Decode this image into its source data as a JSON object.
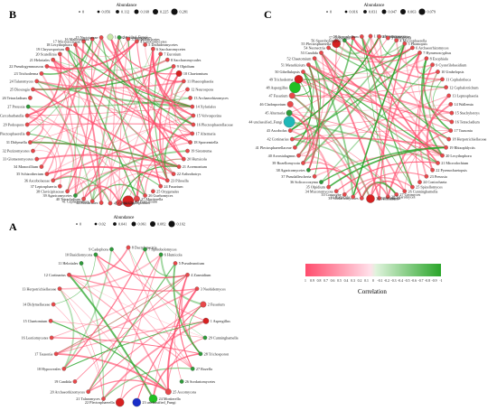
{
  "panels": [
    {
      "letter": "B",
      "legend_title": "Abundance",
      "legend_values": [
        "0",
        "0.056",
        "0.112",
        "0.168",
        "0.225",
        "0.281"
      ],
      "nodes": [
        {
          "label": "1 Unclassified_Fungi",
          "color": "#c8e8a8",
          "size": 1
        },
        {
          "label": "2 Saccharomycetes",
          "color": "#2e9a3a",
          "size": 0
        },
        {
          "label": "3 Sordariomycetes",
          "color": "#e8484a",
          "size": 0
        },
        {
          "label": "4 Eurotiomycetes",
          "color": "#e8484a",
          "size": 0
        },
        {
          "label": "5 Dothideomycetes",
          "color": "#e8484a",
          "size": 0
        },
        {
          "label": "6 Saccharomycetes",
          "color": "#e8484a",
          "size": 0
        },
        {
          "label": "7 Eurotium",
          "color": "#e8484a",
          "size": 0
        },
        {
          "label": "8 Saccharomycodes",
          "color": "#e8484a",
          "size": 0
        },
        {
          "label": "9 Olpidium",
          "color": "#e8484a",
          "size": 0
        },
        {
          "label": "10 Chaetomium",
          "color": "#d62020",
          "size": 1
        },
        {
          "label": "11 Phaeosphaeria",
          "color": "#e8484a",
          "size": 0
        },
        {
          "label": "12 Neurospora",
          "color": "#e8484a",
          "size": 0
        },
        {
          "label": "13 Archaeorhizomyces",
          "color": "#e8484a",
          "size": 0
        },
        {
          "label": "14 Xylariales",
          "color": "#e8484a",
          "size": 0
        },
        {
          "label": "15 Volvosporina",
          "color": "#e8484a",
          "size": 0
        },
        {
          "label": "16 Plectosphaerellaceae",
          "color": "#e8484a",
          "size": 0
        },
        {
          "label": "17 Alternaria",
          "color": "#e8484a",
          "size": 0
        },
        {
          "label": "18 Sporormiella",
          "color": "#e8484a",
          "size": 0
        },
        {
          "label": "19 Sistotrema",
          "color": "#e8484a",
          "size": 0
        },
        {
          "label": "20 Humicola",
          "color": "#e8484a",
          "size": 0
        },
        {
          "label": "21 Acremonium",
          "color": "#e8484a",
          "size": 0
        },
        {
          "label": "22 Arthrobotrys",
          "color": "#e8484a",
          "size": 0
        },
        {
          "label": "23 Pilosella",
          "color": "#e8484a",
          "size": 0
        },
        {
          "label": "24 Fusarium",
          "color": "#e8484a",
          "size": 0
        },
        {
          "label": "25 Onygenales",
          "color": "#e8484a",
          "size": 0
        },
        {
          "label": "26 Guehomyces",
          "color": "#e8484a",
          "size": 0
        },
        {
          "label": "27 Mortierella",
          "color": "#e8484a",
          "size": 1
        },
        {
          "label": "43 Penicillium",
          "color": "#d62020",
          "size": 3
        },
        {
          "label": "44 Cladosporium",
          "color": "#e8484a",
          "size": 1
        },
        {
          "label": "45 Gibberella",
          "color": "#e8484a",
          "size": 0
        },
        {
          "label": "42 Sordariales",
          "color": "#e8484a",
          "size": 0
        },
        {
          "label": "41 Cephaliophora",
          "color": "#e8484a",
          "size": 0
        },
        {
          "label": "40 Tetracladium",
          "color": "#e8484a",
          "size": 0
        },
        {
          "label": "39 Agaricomycetes",
          "color": "#2e9a3a",
          "size": 0
        },
        {
          "label": "38 Clavicipitaceae",
          "color": "#e8484a",
          "size": 0
        },
        {
          "label": "37 Leptosphaeria",
          "color": "#e8484a",
          "size": 0
        },
        {
          "label": "36 Ascobolaceae",
          "color": "#e8484a",
          "size": 0
        },
        {
          "label": "35 Schizothecium",
          "color": "#e8484a",
          "size": 0
        },
        {
          "label": "34 Monocillium",
          "color": "#e8484a",
          "size": 0
        },
        {
          "label": "33 Glomeromycetes",
          "color": "#e8484a",
          "size": 0
        },
        {
          "label": "32 Pezizomycetes",
          "color": "#e8484a",
          "size": 0
        },
        {
          "label": "31 Didymella",
          "color": "#e8484a",
          "size": 0
        },
        {
          "label": "30 Plectosphaerella",
          "color": "#e8484a",
          "size": 0
        },
        {
          "label": "29 Podospora",
          "color": "#e8484a",
          "size": 0
        },
        {
          "label": "28 Cercobarbatella",
          "color": "#e8484a",
          "size": 0
        },
        {
          "label": "27 Preussia",
          "color": "#2e9a3a",
          "size": 0
        },
        {
          "label": "26 Tetracladium",
          "color": "#e8484a",
          "size": 0
        },
        {
          "label": "25 Dioszegia",
          "color": "#e8484a",
          "size": 0
        },
        {
          "label": "24 Talaromyces",
          "color": "#e8484a",
          "size": 0
        },
        {
          "label": "23 Trichoderma",
          "color": "#e8484a",
          "size": 0
        },
        {
          "label": "22 Pseudogymnoascus",
          "color": "#e8484a",
          "size": 0
        },
        {
          "label": "21 Helotiales",
          "color": "#e8484a",
          "size": 0
        },
        {
          "label": "20 Scutellinia",
          "color": "#e8484a",
          "size": 0
        },
        {
          "label": "19 Chrysosporium",
          "color": "#e8484a",
          "size": 0
        },
        {
          "label": "18 Lecythophora",
          "color": "#e8484a",
          "size": 0
        },
        {
          "label": "17 Microascaceae",
          "color": "#e8484a",
          "size": 0
        },
        {
          "label": "16 Malbranchea",
          "color": "#e8484a",
          "size": 0
        },
        {
          "label": "15 Nectriaceae",
          "color": "#e8484a",
          "size": 0
        }
      ]
    },
    {
      "letter": "C",
      "legend_title": "Abundance",
      "legend_values": [
        "0",
        "0.016",
        "0.031",
        "0.047",
        "0.063",
        "0.079"
      ],
      "nodes": [
        {
          "label": "1 Pseudogymnoascus",
          "color": "#e8484a",
          "size": 0
        },
        {
          "label": "2 Sordariomycetes",
          "color": "#e8484a",
          "size": 0
        },
        {
          "label": "3 Mortierella",
          "color": "#e8484a",
          "size": 0
        },
        {
          "label": "4 Mycosphaerella",
          "color": "#e8484a",
          "size": 0
        },
        {
          "label": "5 Phomopsis",
          "color": "#e8484a",
          "size": 0
        },
        {
          "label": "6 Archaeorhizomyces",
          "color": "#e8484a",
          "size": 0
        },
        {
          "label": "7 Hymenoscyphus",
          "color": "#e8484a",
          "size": 0
        },
        {
          "label": "8 Exophiala",
          "color": "#e8484a",
          "size": 0
        },
        {
          "label": "9 Cystofilobasidium",
          "color": "#e8484a",
          "size": 0
        },
        {
          "label": "10 Umbelopsis",
          "color": "#e8484a",
          "size": 0
        },
        {
          "label": "11 Cephalotheca",
          "color": "#e8484a",
          "size": 0
        },
        {
          "label": "12 Cephalotrichum",
          "color": "#e8484a",
          "size": 0
        },
        {
          "label": "13 Leptosphaeria",
          "color": "#e8484a",
          "size": 0
        },
        {
          "label": "14 Wallemia",
          "color": "#e8484a",
          "size": 0
        },
        {
          "label": "15 Stachybotrys",
          "color": "#e8484a",
          "size": 0
        },
        {
          "label": "16 Tetracladium",
          "color": "#e8484a",
          "size": 0
        },
        {
          "label": "17 Tausonia",
          "color": "#e8484a",
          "size": 0
        },
        {
          "label": "18 Herpotrichiellaceae",
          "color": "#e8484a",
          "size": 0
        },
        {
          "label": "19 Rhizophlyctis",
          "color": "#e8484a",
          "size": 0
        },
        {
          "label": "20 Lecythophora",
          "color": "#e8484a",
          "size": 0
        },
        {
          "label": "21 Microdochium",
          "color": "#e8484a",
          "size": 0
        },
        {
          "label": "22 Pyrenochaetopsis",
          "color": "#e8484a",
          "size": 0
        },
        {
          "label": "23 Preussia",
          "color": "#e8484a",
          "size": 0
        },
        {
          "label": "24 Coniochaeta",
          "color": "#e8484a",
          "size": 0
        },
        {
          "label": "25 Spizellomyces",
          "color": "#e8484a",
          "size": 0
        },
        {
          "label": "26 Cunninghamella",
          "color": "#e8484a",
          "size": 0
        },
        {
          "label": "27 Geomyces",
          "color": "#e8484a",
          "size": 0
        },
        {
          "label": "28 Talaromyces",
          "color": "#e8484a",
          "size": 0
        },
        {
          "label": "29 Coltricia",
          "color": "#e8484a",
          "size": 0
        },
        {
          "label": "30 Penicillium",
          "color": "#d62020",
          "size": 2
        },
        {
          "label": "31 Sordariomycetes",
          "color": "#e8484a",
          "size": 0
        },
        {
          "label": "32 Humicola",
          "color": "#e8484a",
          "size": 0
        },
        {
          "label": "33 Conocybe",
          "color": "#e8484a",
          "size": 0
        },
        {
          "label": "34 Mucoromycota",
          "color": "#e8484a",
          "size": 0
        },
        {
          "label": "35 Olpidium",
          "color": "#e8484a",
          "size": 0
        },
        {
          "label": "36 Solicoccozyma",
          "color": "#2e9a3a",
          "size": 0
        },
        {
          "label": "37 Pseudallescheria",
          "color": "#e8484a",
          "size": 0
        },
        {
          "label": "38 Agaricomycetes",
          "color": "#2e9a3a",
          "size": 0
        },
        {
          "label": "39 Rozellomycota",
          "color": "#e8484a",
          "size": 0
        },
        {
          "label": "40 Acrostalagmus",
          "color": "#e8484a",
          "size": 0
        },
        {
          "label": "41 Plectosphaerellaceae",
          "color": "#e8484a",
          "size": 0
        },
        {
          "label": "42 Cortinarius",
          "color": "#e8484a",
          "size": 0
        },
        {
          "label": "43 Ascobolus",
          "color": "#e8484a",
          "size": 0
        },
        {
          "label": "44 unclassified_Fungi",
          "color": "#1fb8b8",
          "size": 3
        },
        {
          "label": "45 Alternaria",
          "color": "#2e9a3a",
          "size": 1
        },
        {
          "label": "46 Cladosporium",
          "color": "#e8484a",
          "size": 1
        },
        {
          "label": "47 Fusarium",
          "color": "#e8484a",
          "size": 1
        },
        {
          "label": "48 Aspergillus",
          "color": "#22c022",
          "size": 3
        },
        {
          "label": "49 Trichoderma",
          "color": "#d62020",
          "size": 2
        },
        {
          "label": "50 Gibellulopsis",
          "color": "#e8484a",
          "size": 0
        },
        {
          "label": "51 Metarhizium",
          "color": "#e8484a",
          "size": 0
        },
        {
          "label": "52 Chaetomium",
          "color": "#e8484a",
          "size": 0
        },
        {
          "label": "53 Candida",
          "color": "#e8484a",
          "size": 0
        },
        {
          "label": "54 Neonectria",
          "color": "#e8484a",
          "size": 0
        },
        {
          "label": "55 Plectosphaerella",
          "color": "#d62020",
          "size": 2
        },
        {
          "label": "56 Sporobolomyces",
          "color": "#2e9a3a",
          "size": 0
        },
        {
          "label": "57 Gibberella",
          "color": "#e8484a",
          "size": 0
        },
        {
          "label": "58 Stemphylium",
          "color": "#e8484a",
          "size": 0
        }
      ]
    },
    {
      "letter": "A",
      "legend_title": "Abundance",
      "legend_values": [
        "0",
        "0.02",
        "0.041",
        "0.061",
        "0.082",
        "0.102"
      ],
      "nodes": [
        {
          "label": "8 Dactylonectria",
          "color": "#e8484a",
          "size": 0
        },
        {
          "label": "7 Sporobolomyces",
          "color": "#2e9a3a",
          "size": 0
        },
        {
          "label": "6 Humicola",
          "color": "#2e9a3a",
          "size": 0
        },
        {
          "label": "5 Pseudeurotium",
          "color": "#e8484a",
          "size": 0
        },
        {
          "label": "4 Zasmidium",
          "color": "#e8484a",
          "size": 0
        },
        {
          "label": "3 Naohidemyces",
          "color": "#e8484a",
          "size": 0
        },
        {
          "label": "2 Fusarium",
          "color": "#e8484a",
          "size": 1
        },
        {
          "label": "1 Aspergillus",
          "color": "#d62020",
          "size": 1
        },
        {
          "label": "29 Cunninghamella",
          "color": "#2e9a3a",
          "size": 0
        },
        {
          "label": "28 Trichosporon",
          "color": "#2e9a3a",
          "size": 0
        },
        {
          "label": "27 Rozella",
          "color": "#2e9a3a",
          "size": 0
        },
        {
          "label": "26 Sordariomycetes",
          "color": "#2e9a3a",
          "size": 0
        },
        {
          "label": "25 Ascomycota",
          "color": "#e8484a",
          "size": 1
        },
        {
          "label": "24 Mortierella",
          "color": "#22c022",
          "size": 2
        },
        {
          "label": "23 unclassified_Fungi",
          "color": "#1a2ec8",
          "size": 2
        },
        {
          "label": "22 Plectosphaerella",
          "color": "#d62020",
          "size": 2
        },
        {
          "label": "21 Talaromyces",
          "color": "#e8484a",
          "size": 0
        },
        {
          "label": "20 Archaeorhizomyces",
          "color": "#e8484a",
          "size": 0
        },
        {
          "label": "19 Candida",
          "color": "#e8484a",
          "size": 0
        },
        {
          "label": "18 Hypocreales",
          "color": "#e8484a",
          "size": 0
        },
        {
          "label": "17 Tausonia",
          "color": "#e8484a",
          "size": 0
        },
        {
          "label": "16 Leotiomycetes",
          "color": "#e8484a",
          "size": 0
        },
        {
          "label": "15 Chaetomium",
          "color": "#e8484a",
          "size": 0
        },
        {
          "label": "14 Didymellaceae",
          "color": "#e8484a",
          "size": 0
        },
        {
          "label": "13 Herpotrichiellaceae",
          "color": "#e8484a",
          "size": 0
        },
        {
          "label": "12 Cortinarius",
          "color": "#e8484a",
          "size": 0
        },
        {
          "label": "11 Helotiales",
          "color": "#2e9a3a",
          "size": 0
        },
        {
          "label": "10 Basidiomycota",
          "color": "#2e9a3a",
          "size": 0
        },
        {
          "label": "9 Cadophora",
          "color": "#2e9a3a",
          "size": 0
        }
      ]
    }
  ],
  "colorbar": {
    "ticks": [
      "1",
      "0.9",
      "0.8",
      "0.7",
      "0.6",
      "0.5",
      "0.4",
      "0.3",
      "0.2",
      "0.1",
      "0",
      "-0.1",
      "-0.2",
      "-0.3",
      "-0.4",
      "-0.5",
      "-0.6",
      "-0.7",
      "-0.8",
      "-0.9",
      "-1"
    ],
    "title": "Correlation",
    "pos_color": "#ff4d6d",
    "neg_color": "#2aa52a"
  }
}
